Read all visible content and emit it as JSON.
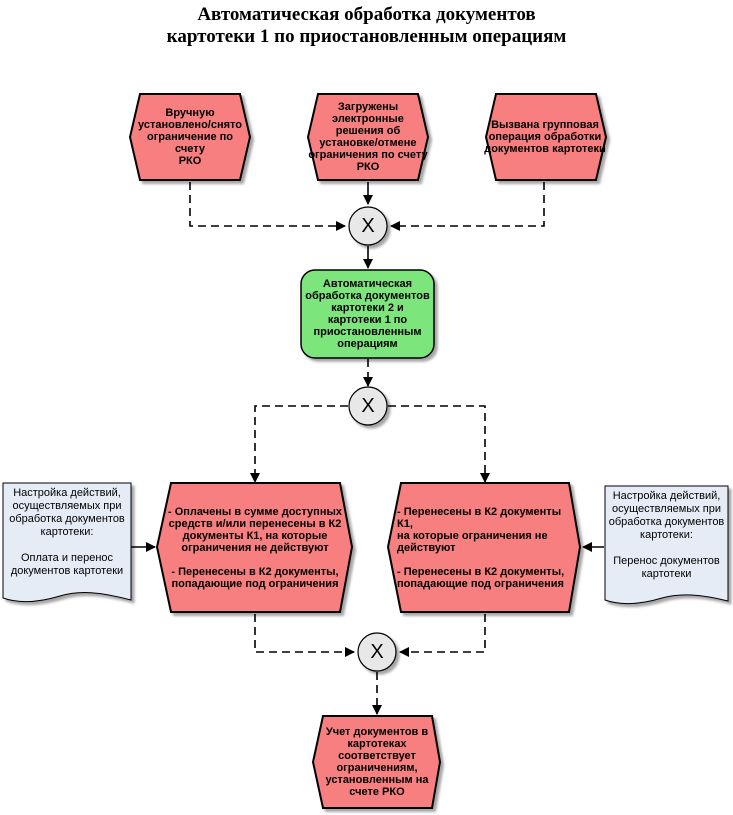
{
  "title": {
    "line1": "Автоматическая обработка документов",
    "line2": "картотеки 1 по приостановленным операциям"
  },
  "events": {
    "manual": "Вручную\nустановлено/снято\nограничение по счету\nРКО",
    "loaded": "Загружены\nэлектронные\nрешения об\nустановке/отмене\nограничения по счету\nРКО",
    "group": "Вызвана групповая\nоперация обработки\nдокументов картотеки",
    "paid": "- Оплачены в сумме доступных\nсредств и/или перенесены в К2\nдокументы К1, на которые\nограничения не действуют\n\n- Перенесены в К2 документы,\nпопадающие под ограничения",
    "moved": "- Перенесены в К2 документы К1,\nна которые ограничения не\nдействуют\n\n- Перенесены в К2 документы,\nпопадающие под ограничения",
    "result": "Учет документов в\nкартотеках\nсоответствует\nограничениям,\nустановленным на\nсчете РКО"
  },
  "function": {
    "label": "Автоматическая\nобработка документов\nкартотеки 2 и\nкартотеки 1 по\nприостановленным\nоперациям"
  },
  "documents": {
    "left": "Настройка действий,\nосуществляемых при\nобработка документов\nкартотеки:\n\nОплата и перенос\nдокументов картотеки",
    "right": "Настройка действий,\nосуществляемых при\nобработка документов\nкартотеки:\n\nПеренос документов\nкартотеки"
  },
  "connectors": {
    "xor_symbol": "X"
  },
  "colors": {
    "event_fill": "#f77f7f",
    "function_fill": "#7ce57c",
    "document_fill": "#e6ecf6",
    "connector_fill": "#e8e8e8",
    "line": "#000000"
  }
}
